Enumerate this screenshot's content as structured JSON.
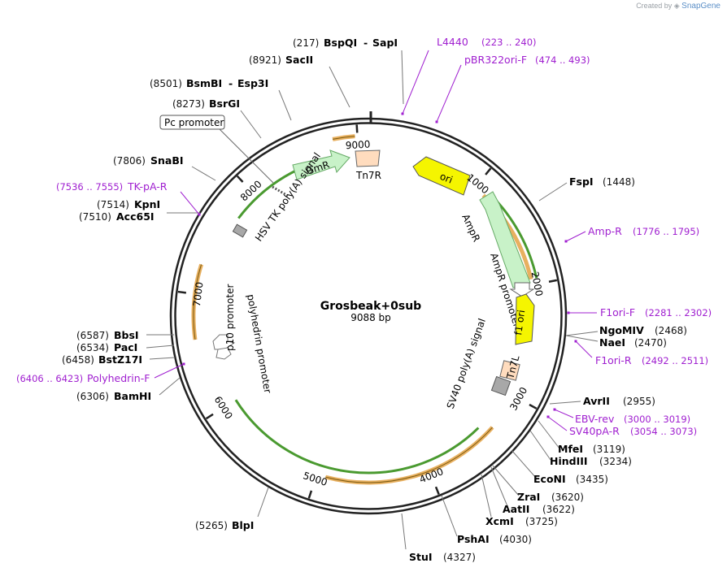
{
  "credit": {
    "text": "Created by",
    "brand": "SnapGene"
  },
  "plasmid": {
    "name": "Grosbeak+0sub",
    "length_label": "9088 bp",
    "length": 9088
  },
  "ticks": [
    "1000",
    "2000",
    "3000",
    "4000",
    "5000",
    "6000",
    "7000",
    "8000",
    "9000"
  ],
  "sites": [
    {
      "name": "BspQI",
      "partner": "SapI",
      "pos": "(217)",
      "bp": 217
    },
    {
      "name": "SacII",
      "pos": "(8921)",
      "bp": 8921
    },
    {
      "name": "BsmBI",
      "partner": "Esp3I",
      "pos": "(8501)",
      "bp": 8501
    },
    {
      "name": "BsrGI",
      "pos": "(8273)",
      "bp": 8273
    },
    {
      "name": "SnaBI",
      "pos": "(7806)",
      "bp": 7806
    },
    {
      "name": "KpnI",
      "pos": "(7514)",
      "bp": 7514
    },
    {
      "name": "Acc65I",
      "pos": "(7510)",
      "bp": 7510
    },
    {
      "name": "BbsI",
      "pos": "(6587)",
      "bp": 6587
    },
    {
      "name": "PacI",
      "pos": "(6534)",
      "bp": 6534
    },
    {
      "name": "BstZ17I",
      "pos": "(6458)",
      "bp": 6458
    },
    {
      "name": "BamHI",
      "pos": "(6306)",
      "bp": 6306
    },
    {
      "name": "BlpI",
      "pos": "(5265)",
      "bp": 5265
    },
    {
      "name": "StuI",
      "pos": "(4327)",
      "bp": 4327
    },
    {
      "name": "PshAI",
      "pos": "(4030)",
      "bp": 4030
    },
    {
      "name": "XcmI",
      "pos": "(3725)",
      "bp": 3725
    },
    {
      "name": "AatII",
      "pos": "(3622)",
      "bp": 3622
    },
    {
      "name": "ZraI",
      "pos": "(3620)",
      "bp": 3620
    },
    {
      "name": "EcoNI",
      "pos": "(3435)",
      "bp": 3435
    },
    {
      "name": "HindIII",
      "pos": "(3234)",
      "bp": 3234
    },
    {
      "name": "MfeI",
      "pos": "(3119)",
      "bp": 3119
    },
    {
      "name": "AvrII",
      "pos": "(2955)",
      "bp": 2955
    },
    {
      "name": "NaeI",
      "pos": "(2470)",
      "bp": 2470
    },
    {
      "name": "NgoMIV",
      "pos": "(2468)",
      "bp": 2468
    },
    {
      "name": "FspI",
      "pos": "(1448)",
      "bp": 1448
    }
  ],
  "primers": [
    {
      "name": "L4440",
      "range": "(223 .. 240)",
      "bp": 231
    },
    {
      "name": "pBR322ori-F",
      "range": "(474 .. 493)",
      "bp": 483
    },
    {
      "name": "Amp-R",
      "range": "(1776 .. 1795)",
      "bp": 1785
    },
    {
      "name": "F1ori-F",
      "range": "(2281 .. 2302)",
      "bp": 2291
    },
    {
      "name": "F1ori-R",
      "range": "(2492 .. 2511)",
      "bp": 2501
    },
    {
      "name": "EBV-rev",
      "range": "(3000 .. 3019)",
      "bp": 3009
    },
    {
      "name": "SV40pA-R",
      "range": "(3054 .. 3073)",
      "bp": 3063
    },
    {
      "name": "Polyhedrin-F",
      "range": "(6406 .. 6423)",
      "bp": 6414
    },
    {
      "name": "TK-pA-R",
      "range": "(7536 .. 7555)",
      "bp": 7545
    }
  ],
  "features": {
    "ori": "ori",
    "ampr": "AmpR",
    "ampr_promoter": "AmpR promoter",
    "f1_ori": "f1 ori",
    "tn7l": "Tn7L",
    "sv40": "SV40 poly(A) signal",
    "gmr": "GmR",
    "tn7r": "Tn7R",
    "hsv": "HSV TK poly(A) signal",
    "pc_promoter": "Pc promoter",
    "p10": "p10 promoter",
    "polyhedrin": "polyhedrin promoter"
  },
  "colors": {
    "backbone": "#222222",
    "ori": "#f5f500",
    "ampr": "#c8f2c8",
    "terminator": "#a8a8a8",
    "protein_binding": "#ffdcbe",
    "orf_green": "#4a9a30",
    "orf_orange": "#e8b060",
    "primer": "#a020d0"
  }
}
